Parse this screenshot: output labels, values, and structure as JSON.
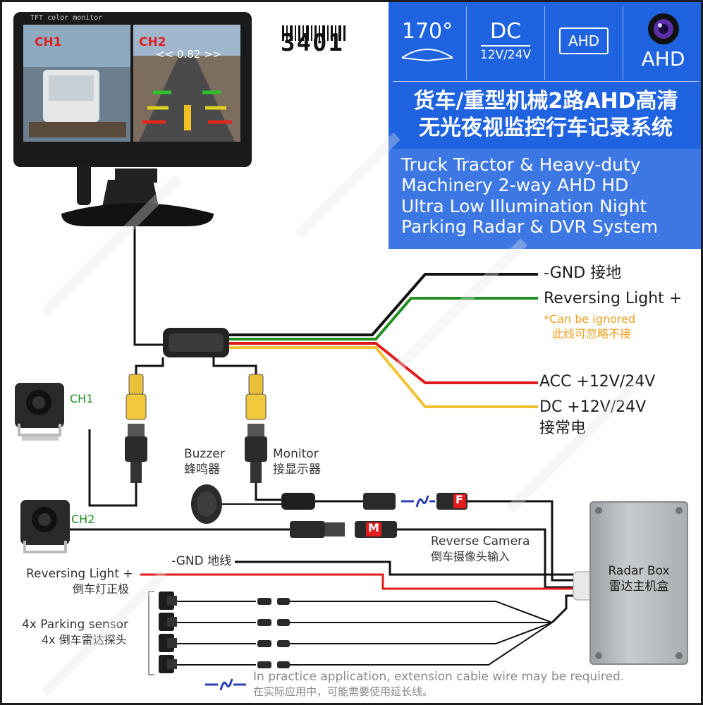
{
  "model_code": "3401",
  "monitor": {
    "brand_text": "TFT color monitor",
    "ch1_label": "CH1",
    "ch2_label": "CH2",
    "distance_readout": "<< 0.82 >>"
  },
  "specs": [
    {
      "icon": "wide-angle-icon",
      "value": "170°",
      "sub": ""
    },
    {
      "icon": "power-icon",
      "value": "DC",
      "sub": "12V/24V"
    },
    {
      "icon": "ahd-screen-icon",
      "value": "AHD",
      "sub": ""
    },
    {
      "icon": "camera-lens-icon",
      "value": "AHD",
      "sub": ""
    }
  ],
  "title_cn_lines": [
    "货车/重型机械2路AHD高清",
    "无光夜视监控行车记录系统"
  ],
  "title_en": "Truck Tractor & Heavy-duty\nMachinery 2-way AHD HD\nUltra Low Illumination Night\nParking Radar & DVR System",
  "wires": {
    "gnd": "-GND 接地",
    "reversing_light": "Reversing Light +",
    "ignore_en": "*Can be ignored",
    "ignore_cn": "此线可忽略不接",
    "acc": "ACC +12V/24V",
    "dc_line1": "DC +12V/24V",
    "dc_line2": "接常电"
  },
  "cameras": {
    "ch1": "CH1",
    "ch2": "CH2"
  },
  "buzzer": {
    "en": "Buzzer",
    "cn": "蜂鸣器"
  },
  "monitor_conn": {
    "en": "Monitor",
    "cn": "接显示器"
  },
  "connectors": {
    "female": "F",
    "male": "M"
  },
  "reverse_camera": {
    "en": "Reverse Camera",
    "cn": "倒车摄像头输入"
  },
  "radar_gnd": "-GND 地线",
  "radar_reversing": {
    "en": "Reversing Light +",
    "cn": "倒车灯正极"
  },
  "sensors": {
    "en": "4x Parking sensor",
    "cn": "4x 倒车雷达探头"
  },
  "radar_box": {
    "en": "Radar Box",
    "cn": "雷达主机盒"
  },
  "note": {
    "en": "In practice application, extension cable wire may be required.",
    "cn": "在实际应用中，可能需要使用延长线。"
  },
  "colors": {
    "panel": "#1f63e0",
    "black": "#111111",
    "green": "#1f8f1f",
    "red": "#e01b1b",
    "yellow": "#f2c230",
    "blue": "#2b3fb5"
  }
}
